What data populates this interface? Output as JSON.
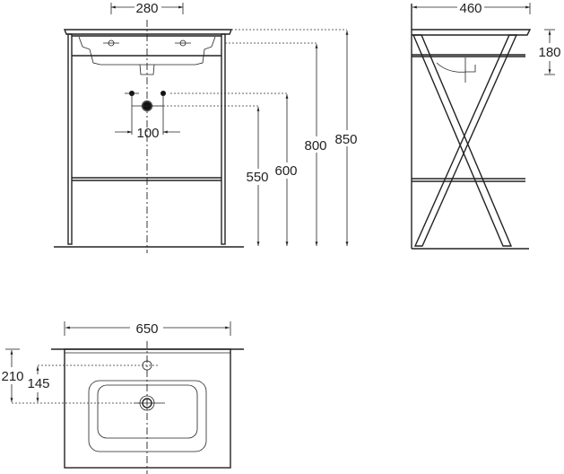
{
  "front_view": {
    "faucet_spacing": "280",
    "supply_spacing": "100",
    "height_total": "850",
    "height_basin_rim": "800",
    "height_supply": "600",
    "height_waste": "550"
  },
  "side_view": {
    "depth": "460",
    "basin_height": "180"
  },
  "top_view": {
    "width": "650",
    "depth_to_drain": "210",
    "faucet_to_drain": "145"
  }
}
